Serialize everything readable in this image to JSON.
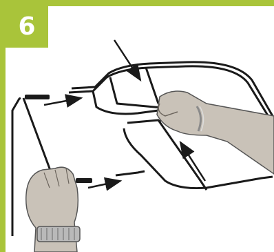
{
  "step": {
    "number": "6"
  },
  "illustration": {
    "subject": "wire-frame-assembly",
    "arrows": [
      "down-arrow",
      "right-arrow",
      "right-arrow",
      "up-arrow"
    ]
  },
  "colors": {
    "accent": "#a9c43a",
    "frame_wire": "#1a1a1a",
    "skin": "#c9c2b8",
    "background": "#ffffff"
  }
}
